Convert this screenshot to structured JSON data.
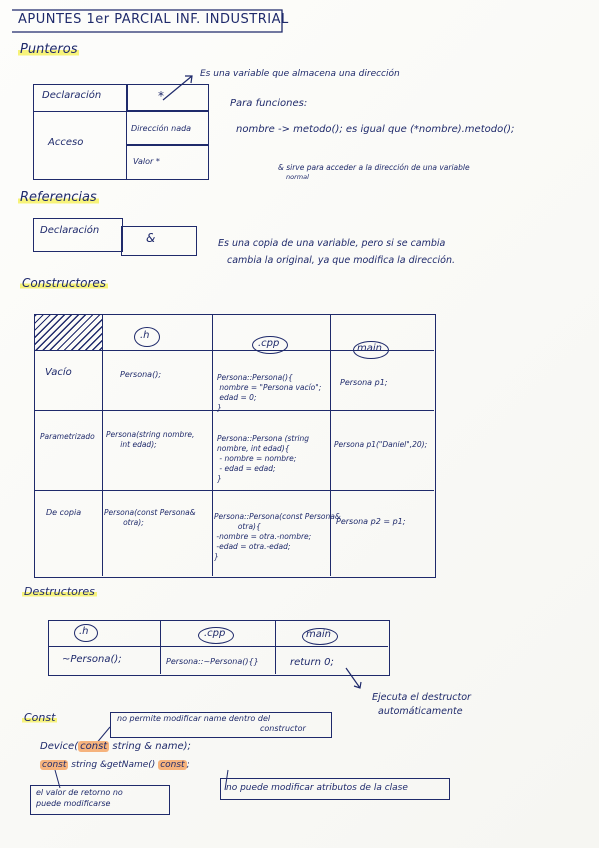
{
  "title": "APUNTES 1er PARCIAL INF. INDUSTRIAL",
  "punteros": {
    "heading": "Punteros",
    "decl_label": "Declaración",
    "decl_symbol": "*",
    "acceso_label": "Acceso",
    "dir_label": "Dirección nada",
    "valor_label": "Valor *",
    "note_arrow": "Es una variable que almacena una dirección",
    "para_funciones": "Para funciones:",
    "equiv": "nombre -> metodo(); es igual que (*nombre).metodo();",
    "amp_note": "& sirve para acceder a la dirección de una variable",
    "amp_note2": "normal"
  },
  "referencias": {
    "heading": "Referencias",
    "decl_label": "Declaración",
    "decl_symbol": "&",
    "note1": "Es una copia de una variable, pero si se cambia",
    "note2": "cambia la original, ya que modifica la dirección."
  },
  "constructores": {
    "heading": "Constructores",
    "columns": [
      ".h",
      ".cpp",
      "main"
    ],
    "rows": [
      {
        "label": "Vacío",
        "h": "Persona();",
        "cpp": "Persona::Persona(){\n nombre = \"Persona vacío\";\n edad = 0;\n}",
        "main": "Persona p1;"
      },
      {
        "label": "Parametrizado",
        "h": "Persona(string nombre,\n      int edad);",
        "cpp": "Persona::Persona (string\nnombre, int edad){\n - nombre = nombre;\n - edad = edad;\n}",
        "main": "Persona p1(\"Daniel\",20);"
      },
      {
        "label": "De copia",
        "h": "Persona(const Persona&\n        otra);",
        "cpp": "Persona::Persona(const Persona&\n          otra){\n -nombre = otra.-nombre;\n -edad = otra.-edad;\n}",
        "main": "Persona p2 = p1;"
      }
    ]
  },
  "destructores": {
    "heading": "Destructores",
    "columns": [
      ".h",
      ".cpp",
      "main"
    ],
    "h": "~Persona();",
    "cpp": "Persona::~Persona(){}",
    "main": "return 0;",
    "note1": "Ejecuta el destructor",
    "note2": "automáticamente"
  },
  "const": {
    "heading": "Const",
    "box1_line1": "no permite modificar name dentro del",
    "box1_line2": "constructor",
    "line1_pre": "Device(",
    "line1_const": "const",
    "line1_post": " string & name);",
    "line2_const": "const",
    "line2_mid": " string &getName() ",
    "line2_const2": "const",
    "line2_post": ";",
    "box2_line1": "el valor de retorno no",
    "box2_line2": "puede modificarse",
    "box3": "no puede modificar atributos de la clase"
  }
}
